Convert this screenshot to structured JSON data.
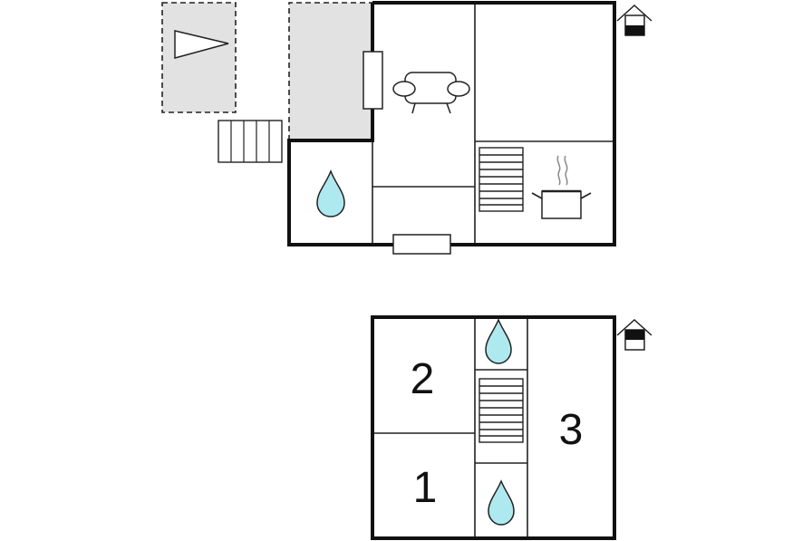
{
  "floors": [
    {
      "level": "ground",
      "rooms": [
        {
          "kind": "terrace"
        },
        {
          "kind": "living-room"
        },
        {
          "kind": "room"
        },
        {
          "kind": "bathroom"
        },
        {
          "kind": "hallway"
        },
        {
          "kind": "kitchen"
        }
      ],
      "indicator": {
        "active_level": "lower"
      }
    },
    {
      "level": "upper",
      "rooms": [
        {
          "kind": "bedroom",
          "number": "2"
        },
        {
          "kind": "bedroom",
          "number": "1"
        },
        {
          "kind": "bathroom"
        },
        {
          "kind": "stair-landing"
        },
        {
          "kind": "bathroom"
        },
        {
          "kind": "bedroom",
          "number": "3"
        }
      ],
      "indicator": {
        "active_level": "upper"
      }
    }
  ],
  "colors": {
    "wall": "#111111",
    "terrace_fill": "#e2e2e2",
    "water": "#aee9ef",
    "line": "#222222",
    "steam": "#888888"
  },
  "icons": [
    "triangle-marker-icon",
    "sofa-icon",
    "water-drop-icon",
    "staircase-icon",
    "cooking-pot-icon",
    "floor-indicator-house-icon"
  ]
}
